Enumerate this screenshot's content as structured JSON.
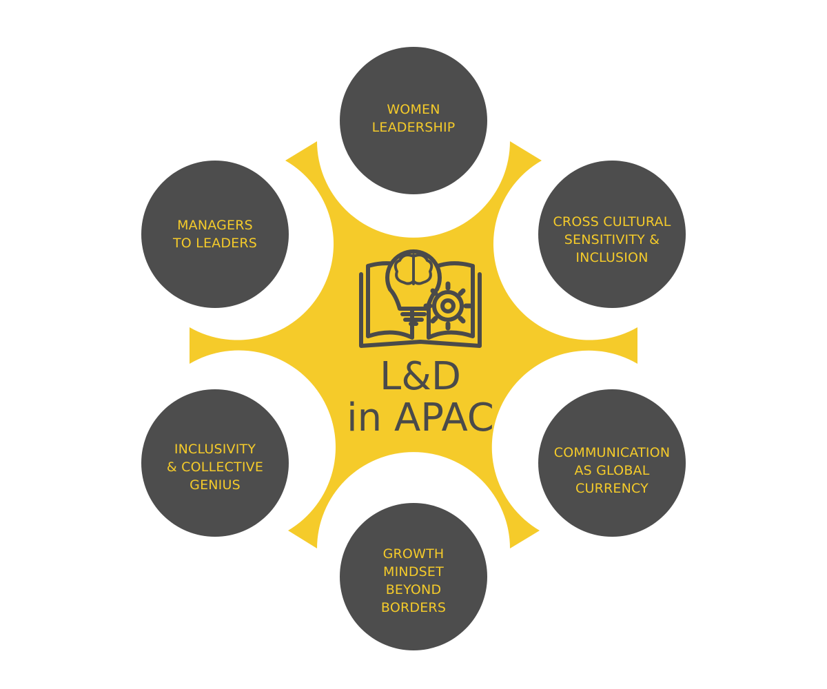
{
  "colors": {
    "yellow": "#f5cb2a",
    "dark": "#4d4d4d",
    "background": "#ffffff",
    "center_text": "#4a4a4a"
  },
  "center": {
    "icon": "book-lightbulb-brain-gear-icon",
    "title_line1": "L&D",
    "title_line2": "in APAC"
  },
  "nodes": [
    {
      "id": "women-leadership",
      "lines": [
        "WOMEN",
        "LEADERSHIP"
      ]
    },
    {
      "id": "cross-cultural",
      "lines": [
        "CROSS CULTURAL",
        "SENSITIVITY &",
        "INCLUSION"
      ]
    },
    {
      "id": "communication",
      "lines": [
        "COMMUNICATION",
        "AS GLOBAL",
        "CURRENCY"
      ]
    },
    {
      "id": "growth-mindset",
      "lines": [
        "GROWTH",
        "MINDSET",
        "BEYOND",
        "BORDERS"
      ]
    },
    {
      "id": "inclusivity",
      "lines": [
        "INCLUSIVITY",
        "& COLLECTIVE",
        "GENIUS"
      ]
    },
    {
      "id": "managers-to-leaders",
      "lines": [
        "MANAGERS",
        "TO LEADERS"
      ]
    }
  ]
}
